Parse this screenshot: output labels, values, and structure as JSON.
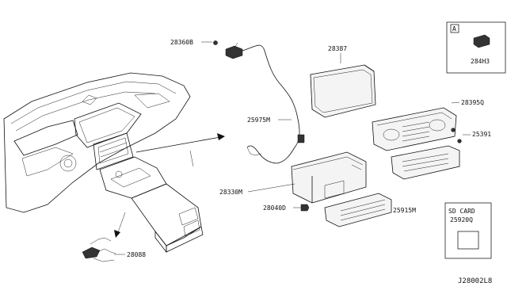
{
  "labels": {
    "p28360b": "28360B",
    "p28387": "28387",
    "p284h3": "284H3",
    "p283950": "28395Q",
    "p25975m": "25975M",
    "p25391": "25391",
    "p28330m": "28330M",
    "p28040d": "28040D",
    "p25915m": "25915M",
    "p28088": "28088",
    "p25920q": "25920Q"
  },
  "callouts": {
    "inset_marker": "A",
    "sd_card": "SD CARD"
  },
  "diagram_id": "J28002L8"
}
